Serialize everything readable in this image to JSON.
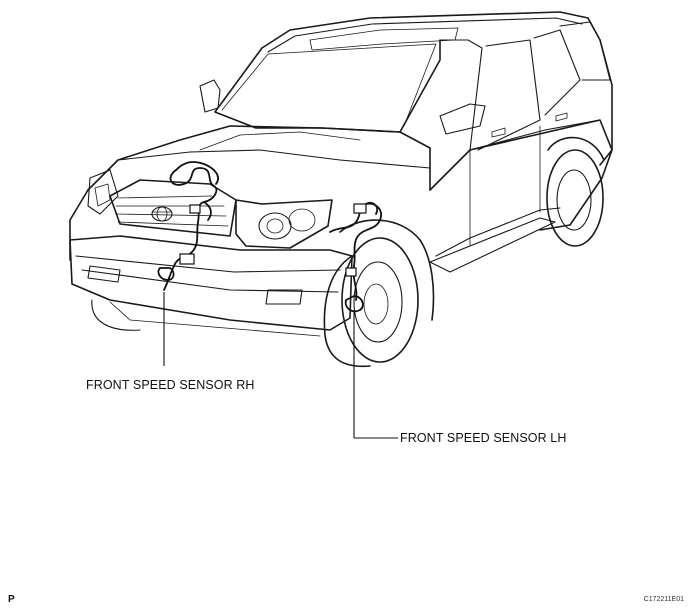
{
  "labels": {
    "front_speed_sensor_rh": "FRONT SPEED SENSOR RH",
    "front_speed_sensor_lh": "FRONT SPEED SENSOR LH"
  },
  "corner_code": "P",
  "figure_id": "C172211E01"
}
